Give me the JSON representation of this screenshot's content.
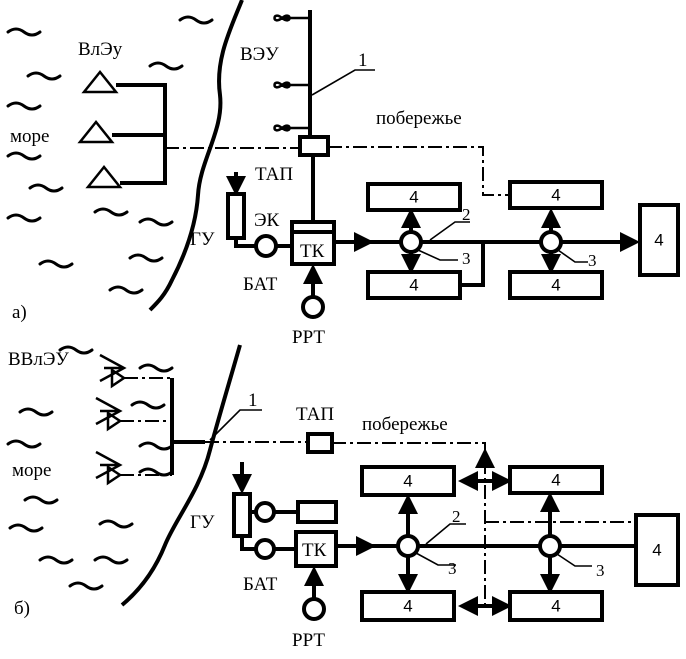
{
  "panel_a": {
    "caption": "а)",
    "sea_generators_label": "ВлЭу",
    "sea_label": "море",
    "wind_label": "ВЭУ",
    "line_number": "1",
    "tap_label": "ТАП",
    "coast_label": "побережье",
    "ek_label": "ЭК",
    "gu_label": "ГУ",
    "bat_label": "БАТ",
    "tk_label": "ТК",
    "rrt_label": "РРТ",
    "consumer": "4",
    "pipe_number": "2",
    "node_number": "3"
  },
  "panel_b": {
    "caption": "б)",
    "sea_generators_label": "ВВлЭУ",
    "sea_label": "море",
    "line_number": "1",
    "tap_label": "ТАП",
    "coast_label": "побережье",
    "gu_label": "ГУ",
    "bat_label": "БАТ",
    "tk_label": "ТК",
    "rrt_label": "РРТ",
    "consumer": "4",
    "pipe_number": "2",
    "node_number": "3"
  }
}
